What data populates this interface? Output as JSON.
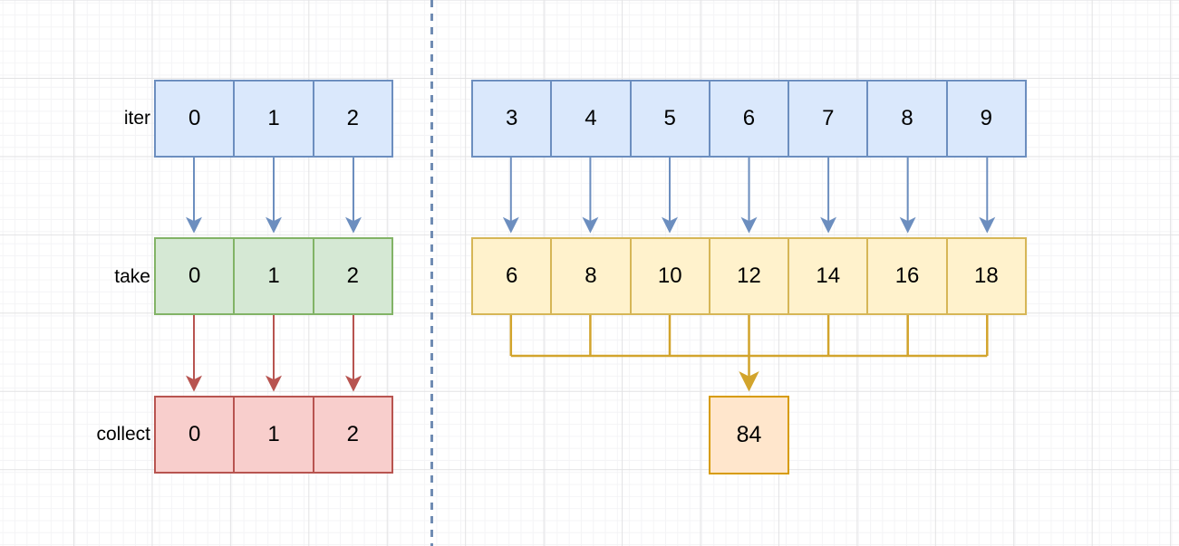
{
  "diagram": {
    "labels": {
      "iter": "iter",
      "take": "take",
      "collect": "collect"
    },
    "left": {
      "iter_values": [
        "0",
        "1",
        "2"
      ],
      "take_values": [
        "0",
        "1",
        "2"
      ],
      "collect_values": [
        "0",
        "1",
        "2"
      ]
    },
    "right": {
      "iter_values": [
        "3",
        "4",
        "5",
        "6",
        "7",
        "8",
        "9"
      ],
      "mapped_values": [
        "6",
        "8",
        "10",
        "12",
        "14",
        "16",
        "18"
      ],
      "collected_sum": "84"
    },
    "colors": {
      "iter_box_fill": "#dae8fc",
      "iter_box_stroke": "#6c8ebf",
      "take_box_fill": "#d5e8d4",
      "take_box_stroke": "#82b366",
      "collect_box_fill": "#f8cecc",
      "collect_box_stroke": "#b85450",
      "mapped_box_fill": "#fff2cc",
      "mapped_box_stroke": "#d6b656",
      "sum_box_fill": "#ffe6cc",
      "sum_box_stroke": "#d79b00",
      "blue_arrow": "#6c8ebf",
      "red_arrow": "#b85450",
      "gold_bracket": "#d2a42c",
      "divider": "#708cb3"
    }
  }
}
